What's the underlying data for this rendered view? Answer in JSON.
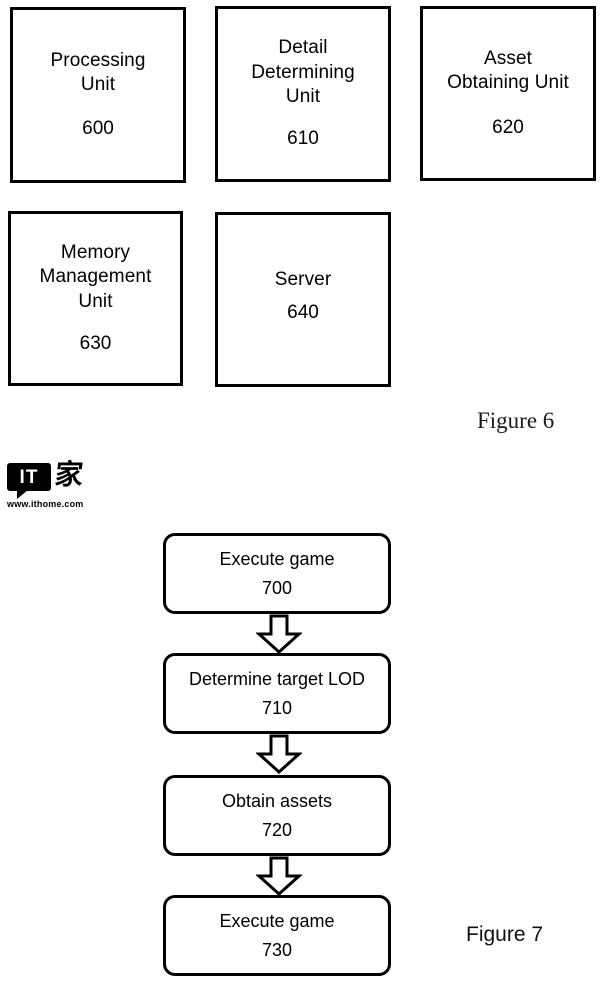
{
  "figure6": {
    "caption": "Figure 6",
    "units": [
      {
        "id": "600",
        "title": "Processing\nUnit",
        "number": "600"
      },
      {
        "id": "610",
        "title": "Detail\nDetermining\nUnit",
        "number": "610"
      },
      {
        "id": "620",
        "title": "Asset\nObtaining Unit",
        "number": "620"
      },
      {
        "id": "630",
        "title": "Memory\nManagement\nUnit",
        "number": "630"
      },
      {
        "id": "640",
        "title": "Server",
        "number": "640"
      }
    ]
  },
  "figure7": {
    "caption": "Figure 7",
    "steps": [
      {
        "id": "700",
        "label": "Execute game",
        "number": "700"
      },
      {
        "id": "710",
        "label": "Determine target LOD",
        "number": "710"
      },
      {
        "id": "720",
        "label": "Obtain assets",
        "number": "720"
      },
      {
        "id": "730",
        "label": "Execute game",
        "number": "730"
      }
    ],
    "connectors": [
      {
        "icon": "down-block-arrow-icon"
      },
      {
        "icon": "down-block-arrow-icon"
      },
      {
        "icon": "down-block-arrow-icon"
      }
    ]
  },
  "watermark": {
    "mark": "IT",
    "cjk": "家",
    "url": "www.ithome.com"
  },
  "colors": {
    "stroke": "#000000",
    "background": "#ffffff",
    "text": "#000000"
  }
}
